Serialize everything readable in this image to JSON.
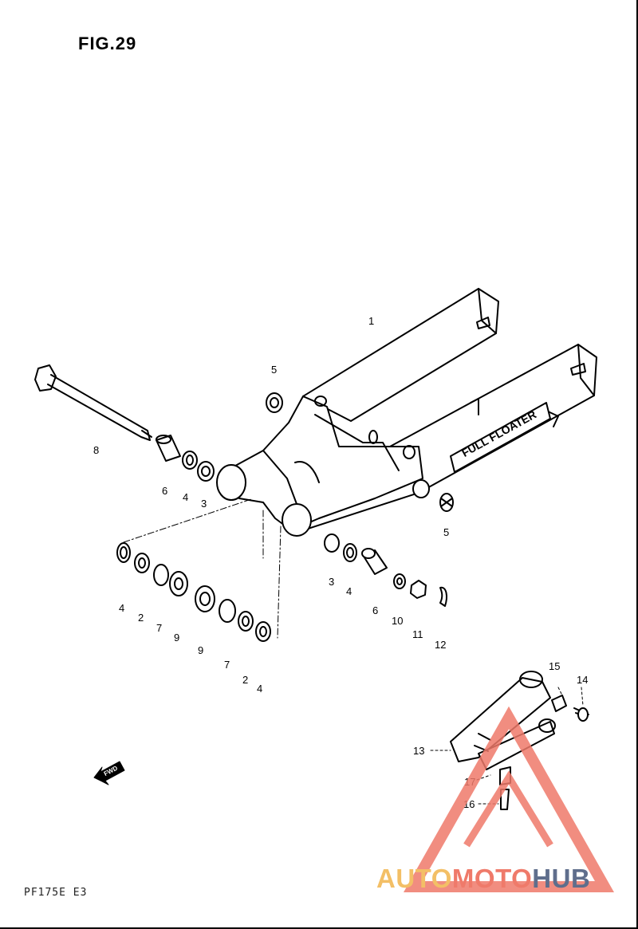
{
  "figure": {
    "title": "FIG.29",
    "model_code": "PF175E E3",
    "decal_text": "FULL FLOATER",
    "fwd_label": "FWD"
  },
  "callouts": [
    {
      "id": "c-1-top",
      "label": "1"
    },
    {
      "id": "c-5-top",
      "label": "5"
    },
    {
      "id": "c-8",
      "label": "8"
    },
    {
      "id": "c-6-left",
      "label": "6"
    },
    {
      "id": "c-4-left",
      "label": "4"
    },
    {
      "id": "c-3-left",
      "label": "3"
    },
    {
      "id": "c-5-right",
      "label": "5"
    },
    {
      "id": "c-3-right",
      "label": "3"
    },
    {
      "id": "c-4-right",
      "label": "4"
    },
    {
      "id": "c-6-right",
      "label": "6"
    },
    {
      "id": "c-10",
      "label": "10"
    },
    {
      "id": "c-11",
      "label": "11"
    },
    {
      "id": "c-12",
      "label": "12"
    },
    {
      "id": "c-4-a",
      "label": "4"
    },
    {
      "id": "c-2-a",
      "label": "2"
    },
    {
      "id": "c-7-a",
      "label": "7"
    },
    {
      "id": "c-9-a",
      "label": "9"
    },
    {
      "id": "c-9-b",
      "label": "9"
    },
    {
      "id": "c-7-b",
      "label": "7"
    },
    {
      "id": "c-2-b",
      "label": "2"
    },
    {
      "id": "c-4-b",
      "label": "4"
    },
    {
      "id": "c-15",
      "label": "15"
    },
    {
      "id": "c-14",
      "label": "14"
    },
    {
      "id": "c-13",
      "label": "13"
    },
    {
      "id": "c-17",
      "label": "17"
    },
    {
      "id": "c-16",
      "label": "16"
    }
  ],
  "watermark": {
    "part1": "AUTO",
    "part2": "MOTO",
    "part3": "HUB",
    "color_triangle": "#ef7a6a",
    "color_auto": "#f3bf66",
    "color_hub": "#5f6e8c"
  }
}
